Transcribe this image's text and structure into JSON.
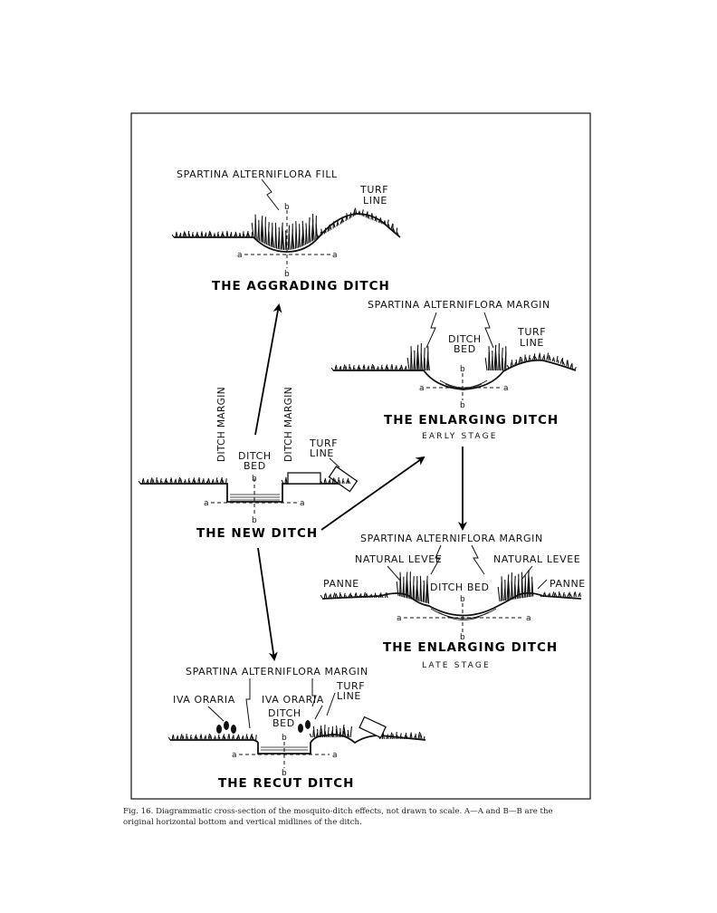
{
  "aggrading": {
    "title": "THE AGGRADING DITCH",
    "fill_label": "SPARTINA ALTERNIFLORA FILL",
    "turf_line": [
      "TURF",
      "LINE"
    ],
    "axis_a": "a",
    "axis_b": "b"
  },
  "new_ditch": {
    "title": "THE NEW DITCH",
    "ditch_margin": "DITCH MARGIN",
    "ditch_bed": [
      "DITCH",
      "BED"
    ],
    "turf_line": [
      "TURF",
      "LINE"
    ],
    "axis_a": "a",
    "axis_b": "b"
  },
  "enlarging_early": {
    "title": "THE ENLARGING DITCH",
    "stage": "EARLY STAGE",
    "margin_label": "SPARTINA ALTERNIFLORA MARGIN",
    "ditch_bed": [
      "DITCH",
      "BED"
    ],
    "turf_line": [
      "TURF",
      "LINE"
    ],
    "axis_a": "a",
    "axis_b": "b"
  },
  "enlarging_late": {
    "title": "THE ENLARGING DITCH",
    "stage": "LATE STAGE",
    "margin_label": "SPARTINA ALTERNIFLORA MARGIN",
    "natural_levee": "NATURAL LEVEE",
    "panne": "PANNE",
    "ditch_bed": "DITCH BED",
    "axis_a": "a",
    "axis_b": "b"
  },
  "recut": {
    "title": "THE RECUT DITCH",
    "margin_label": "SPARTINA ALTERNIFLORA MARGIN",
    "iva_oraria": "IVA ORARIA",
    "turf_line": [
      "TURF",
      "LINE"
    ],
    "ditch_bed": [
      "DITCH",
      "BED"
    ],
    "axis_a": "a",
    "axis_b": "b"
  },
  "caption": {
    "fig_number": "Fig. 16.",
    "line1": "Diagrammatic cross-section of the mosquito-ditch effects, not drawn to scale. A—A and B—B are the",
    "line2": "original horizontal bottom and vertical midlines of the ditch."
  }
}
